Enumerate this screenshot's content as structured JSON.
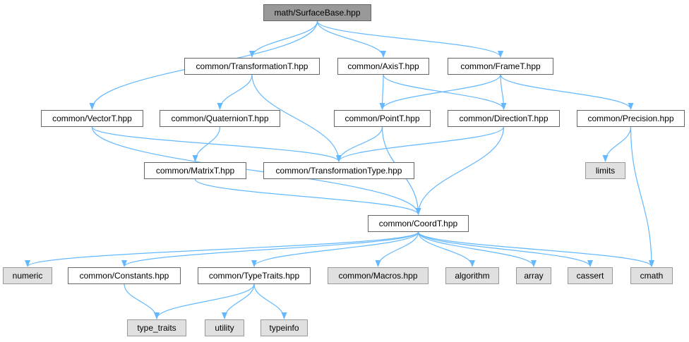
{
  "diagram": {
    "type": "include-dependency-graph",
    "edge_color": "#63b8ff",
    "nodes": [
      {
        "id": "surface",
        "label": "math/SurfaceBase.hpp",
        "kind": "root"
      },
      {
        "id": "transformation",
        "label": "common/TransformationT.hpp",
        "kind": "local"
      },
      {
        "id": "axis",
        "label": "common/AxisT.hpp",
        "kind": "local"
      },
      {
        "id": "frame",
        "label": "common/FrameT.hpp",
        "kind": "local"
      },
      {
        "id": "vector",
        "label": "common/VectorT.hpp",
        "kind": "local"
      },
      {
        "id": "quaternion",
        "label": "common/QuaternionT.hpp",
        "kind": "local"
      },
      {
        "id": "point",
        "label": "common/PointT.hpp",
        "kind": "local"
      },
      {
        "id": "direction",
        "label": "common/DirectionT.hpp",
        "kind": "local"
      },
      {
        "id": "precision",
        "label": "common/Precision.hpp",
        "kind": "local"
      },
      {
        "id": "matrix",
        "label": "common/MatrixT.hpp",
        "kind": "local"
      },
      {
        "id": "ttype",
        "label": "common/TransformationType.hpp",
        "kind": "local"
      },
      {
        "id": "limits",
        "label": "limits",
        "kind": "system"
      },
      {
        "id": "coord",
        "label": "common/CoordT.hpp",
        "kind": "local"
      },
      {
        "id": "numeric",
        "label": "numeric",
        "kind": "system"
      },
      {
        "id": "constants",
        "label": "common/Constants.hpp",
        "kind": "local"
      },
      {
        "id": "typetraits",
        "label": "common/TypeTraits.hpp",
        "kind": "local"
      },
      {
        "id": "macros",
        "label": "common/Macros.hpp",
        "kind": "system"
      },
      {
        "id": "algorithm",
        "label": "algorithm",
        "kind": "system"
      },
      {
        "id": "array",
        "label": "array",
        "kind": "system"
      },
      {
        "id": "cassert",
        "label": "cassert",
        "kind": "system"
      },
      {
        "id": "cmath",
        "label": "cmath",
        "kind": "system"
      },
      {
        "id": "type_traits",
        "label": "type_traits",
        "kind": "system"
      },
      {
        "id": "utility",
        "label": "utility",
        "kind": "system"
      },
      {
        "id": "typeinfo",
        "label": "typeinfo",
        "kind": "system"
      }
    ],
    "edges": [
      [
        "surface",
        "transformation"
      ],
      [
        "surface",
        "axis"
      ],
      [
        "surface",
        "frame"
      ],
      [
        "surface",
        "vector"
      ],
      [
        "transformation",
        "quaternion"
      ],
      [
        "transformation",
        "ttype"
      ],
      [
        "axis",
        "point"
      ],
      [
        "axis",
        "direction"
      ],
      [
        "frame",
        "point"
      ],
      [
        "frame",
        "direction"
      ],
      [
        "frame",
        "precision"
      ],
      [
        "vector",
        "ttype"
      ],
      [
        "vector",
        "coord"
      ],
      [
        "quaternion",
        "matrix"
      ],
      [
        "matrix",
        "coord"
      ],
      [
        "point",
        "ttype"
      ],
      [
        "point",
        "coord"
      ],
      [
        "direction",
        "ttype"
      ],
      [
        "direction",
        "coord"
      ],
      [
        "precision",
        "limits"
      ],
      [
        "precision",
        "cmath"
      ],
      [
        "coord",
        "numeric"
      ],
      [
        "coord",
        "constants"
      ],
      [
        "coord",
        "typetraits"
      ],
      [
        "coord",
        "macros"
      ],
      [
        "coord",
        "algorithm"
      ],
      [
        "coord",
        "array"
      ],
      [
        "coord",
        "cassert"
      ],
      [
        "coord",
        "cmath"
      ],
      [
        "constants",
        "type_traits"
      ],
      [
        "typetraits",
        "type_traits"
      ],
      [
        "typetraits",
        "utility"
      ],
      [
        "typetraits",
        "typeinfo"
      ]
    ]
  }
}
